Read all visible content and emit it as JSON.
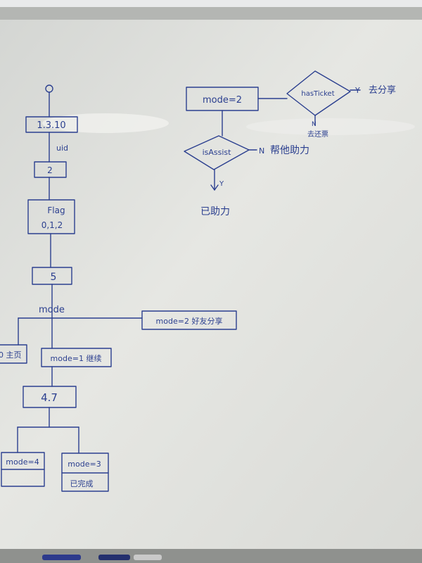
{
  "whiteboard": {
    "colors": {
      "ink": "#2b3f8f",
      "board": "#e2e3df",
      "frame": "#c7c8c5"
    },
    "left_flow": {
      "version_box": "1.3.10",
      "uid_label": "uid",
      "step2_box": "2",
      "flag_box_line1": "Flag",
      "flag_box_line2": "0,1,2",
      "step5_box": "5",
      "mode_label": "mode",
      "mode2_share_box": "mode=2 好友分享",
      "left_cut_box": "0 主页",
      "mode1_box": "mode=1 继续",
      "version47_box": "4.7",
      "mode4_box": "mode=4",
      "mode3_box_line1": "mode=3",
      "mode3_box_line2": "已完成"
    },
    "right_flow": {
      "mode2_box": "mode=2",
      "has_ticket_diamond": "hasTicket",
      "y_label_top": "Y",
      "go_share_text": "去分享",
      "n_label_top": "N",
      "n_result_text": "去还票",
      "is_assist_diamond": "isAssist",
      "n_label_mid": "N",
      "help_him_text": "帮他助力",
      "y_label_mid": "Y",
      "assisted_text": "已助力"
    }
  }
}
